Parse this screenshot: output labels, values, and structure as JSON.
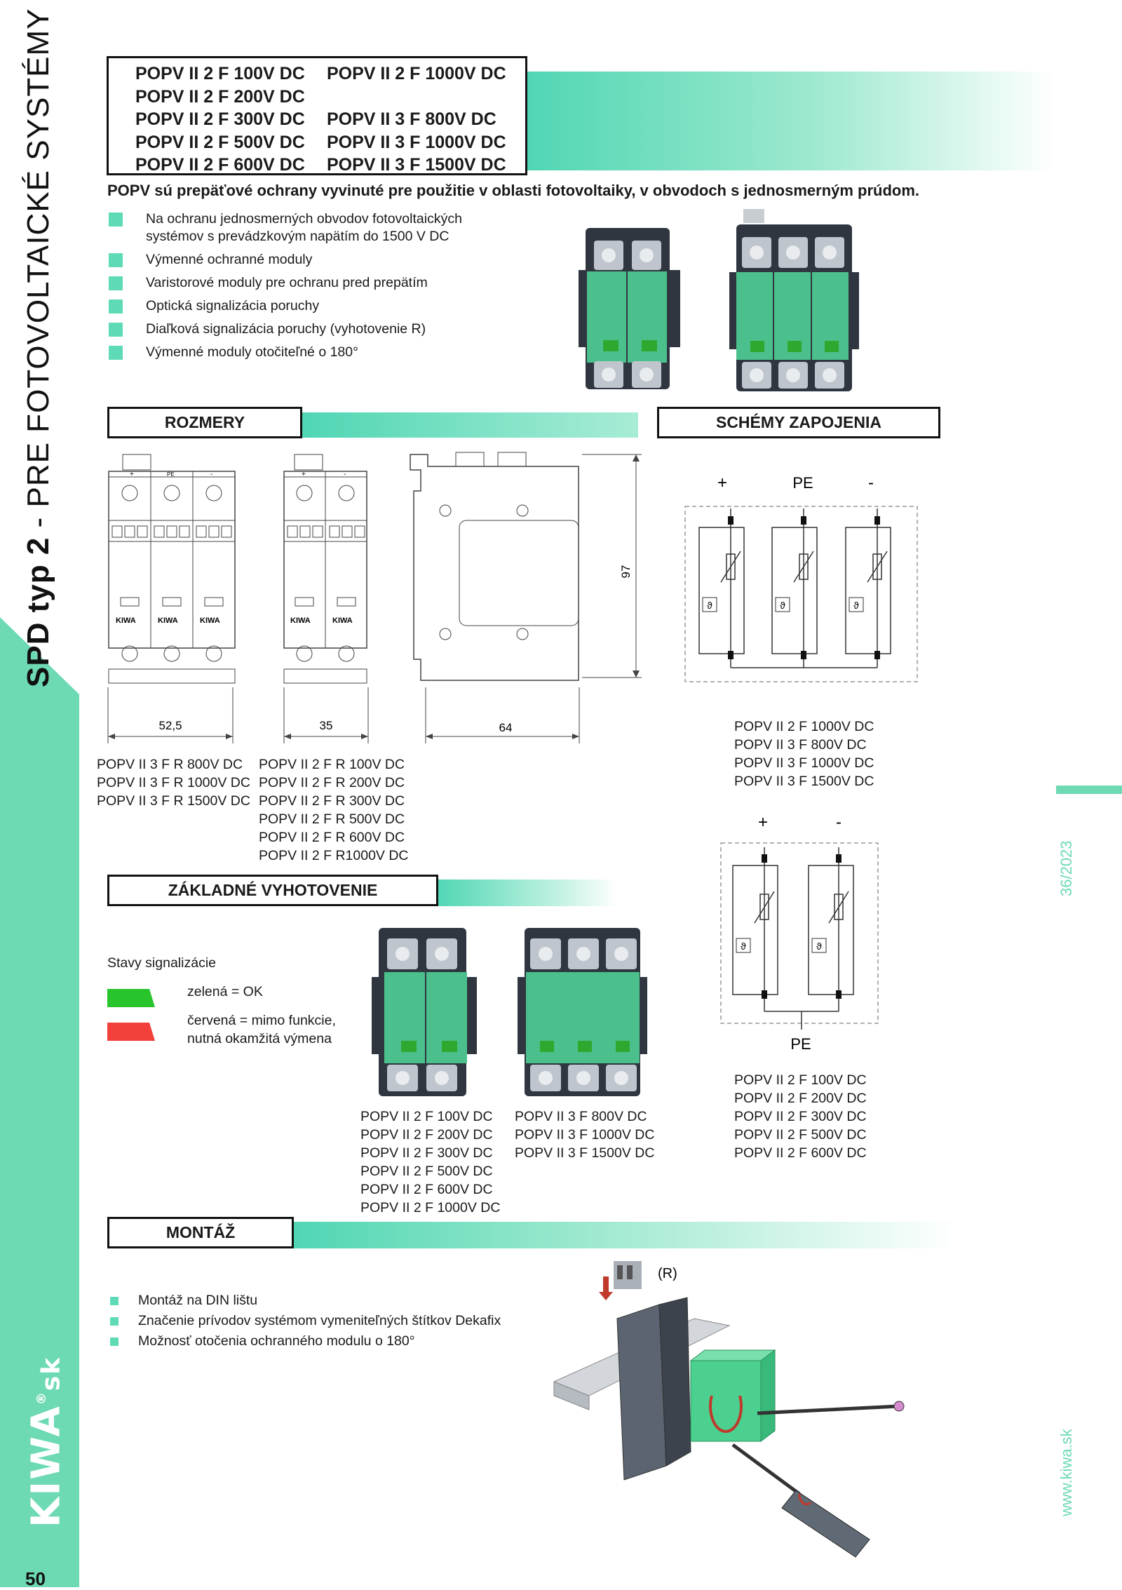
{
  "side": {
    "title_bold": "SPD typ 2",
    "title_rest": " - PRE  FOTOVOLTAICKÉ  SYSTÉMY",
    "logo_text": "KIWA",
    "logo_suffix": "sk",
    "logo_mark": "®",
    "page_number": "50",
    "issue": "36/2023",
    "website": "www.kiwa.sk"
  },
  "models": {
    "col1": [
      "POPV II 2 F 100V DC",
      "POPV II 2 F 200V DC",
      "POPV II 2 F 300V DC",
      "POPV II 2 F 500V DC",
      "POPV II 2 F 600V DC"
    ],
    "col2": [
      "POPV II 2 F 1000V DC",
      "",
      "POPV II 3 F 800V DC",
      "POPV II 3 F 1000V DC",
      "POPV II 3 F 1500V DC"
    ]
  },
  "intro": "POPV sú prepäťové ochrany vyvinuté pre použitie v oblasti fotovoltaiky, v obvodoch s jednosmerným prúdom.",
  "features": [
    "Na ochranu jednosmerných obvodov fotovoltaických systémov s prevádzkovým napätím do 1500 V DC",
    "Výmenné ochranné moduly",
    "Varistorové moduly pre ochranu pred prepätím",
    "Optická signalizácia poruchy",
    "Diaľková signalizácia poruchy (vyhotovenie R)",
    "Výmenné moduly otočiteľné  o 180°"
  ],
  "sections": {
    "dimensions": "ROZMERY",
    "schemes": "SCHÉMY ZAPOJENIA",
    "basic": "ZÁKLADNÉ  VYHOTOVENIE",
    "mounting": "MONTÁŽ"
  },
  "dimensions": {
    "width_3pole": "52,5",
    "width_2pole": "35",
    "depth": "64",
    "height": "97",
    "module_brand": "KIWA",
    "terminal_plus": "+",
    "terminal_pe": "PE",
    "terminal_minus": "-",
    "models_3pole_r": [
      "POPV II 3 F R 800V DC",
      "POPV II 3 F R 1000V DC",
      "POPV II 3 F R 1500V DC"
    ],
    "models_2pole_r": [
      "POPV II 2 F R 100V DC",
      "POPV II 2 F R 200V DC",
      "POPV II 2 F R 300V DC",
      "POPV II 2 F R 500V DC",
      "POPV II 2 F R 600V DC",
      "POPV II 2 F R1000V DC"
    ]
  },
  "schemes": {
    "scheme1_labels": [
      "+",
      "PE",
      "-"
    ],
    "scheme1_models": [
      "POPV II 2 F 1000V DC",
      "POPV II 3 F 800V DC",
      "POPV II 3 F 1000V DC",
      "POPV II 3 F 1500V DC"
    ],
    "scheme2_labels": [
      "+",
      "-"
    ],
    "scheme2_bottom": "PE",
    "scheme2_models": [
      "POPV II 2 F 100V DC",
      "POPV II 2 F 200V DC",
      "POPV II 2 F 300V DC",
      "POPV II 2 F 500V DC",
      "POPV II 2 F 600V DC"
    ],
    "thermal_symbol": "ϑ"
  },
  "basic": {
    "signal_title": "Stavy signalizácie",
    "green_label": "zelená = OK",
    "red_label_1": "červená = mimo funkcie,",
    "red_label_2": "nutná okamžitá výmena",
    "green_color": "#27c42c",
    "red_color": "#f2403a",
    "models_2f": [
      "POPV II 2 F 100V DC",
      "POPV II 2 F 200V DC",
      "POPV II 2 F 300V DC",
      "POPV II 2 F 500V DC",
      "POPV II 2 F 600V DC",
      "POPV II 2 F 1000V DC"
    ],
    "models_3f": [
      "POPV II 3 F 800V DC",
      "POPV II 3 F 1000V DC",
      "POPV II 3 F 1500V DC"
    ]
  },
  "mounting": {
    "items": [
      "Montáž na DIN lištu",
      "Značenie prívodov systémom vymeniteľných štítkov Dekafix",
      "Možnosť otočenia ochranného modulu o 180°"
    ],
    "remote_label": "(R)"
  },
  "colors": {
    "accent": "#6ddab3",
    "module_green": "#3cc98a",
    "housing_dark": "#2f3640"
  }
}
